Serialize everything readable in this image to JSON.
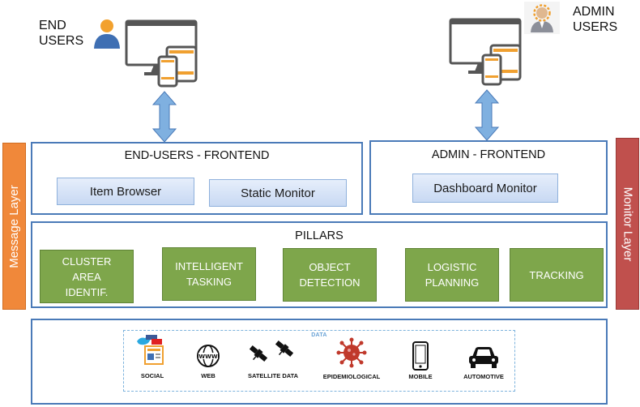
{
  "users": {
    "end_users": "END\nUSERS",
    "admin_users": "ADMIN\nUSERS"
  },
  "layers": {
    "message": "Message Layer",
    "monitor": "Monitor Layer"
  },
  "end_frontend": {
    "title": "END-USERS - FRONTEND",
    "buttons": [
      "Item Browser",
      "Static Monitor"
    ]
  },
  "admin_frontend": {
    "title": "ADMIN - FRONTEND",
    "buttons": [
      "Dashboard Monitor"
    ]
  },
  "pillars": {
    "title": "PILLARS",
    "items": [
      "CLUSTER\nAREA\nIDENTIF.",
      "INTELLIGENT\nTASKING",
      "OBJECT\nDETECTION",
      "LOGISTIC\nPLANNING",
      "TRACKING"
    ]
  },
  "data": {
    "title": "DATA",
    "sources": [
      "SOCIAL",
      "WEB",
      "SATELLITE DATA",
      "EPIDEMIOLOGICAL",
      "MOBILE",
      "AUTOMOTIVE"
    ]
  },
  "colors": {
    "message_layer": "#f0883a",
    "monitor_layer": "#c0504d",
    "panel_border": "#4a7ab8",
    "pillar_fill": "#7ea64b",
    "arrow_fill": "#7fb0e0",
    "device_orange": "#f0a030"
  }
}
